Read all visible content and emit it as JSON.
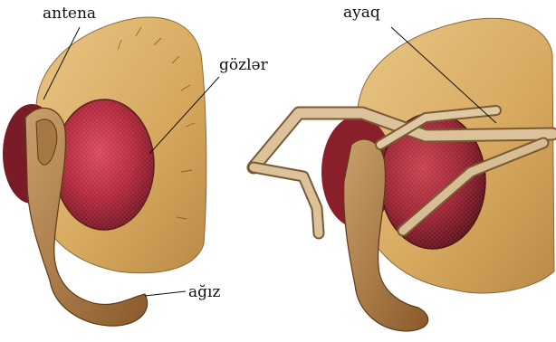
{
  "labels": {
    "antenna": "antena",
    "eyes": "gözlər",
    "mouth": "ağız",
    "leg": "ayaq"
  }
}
